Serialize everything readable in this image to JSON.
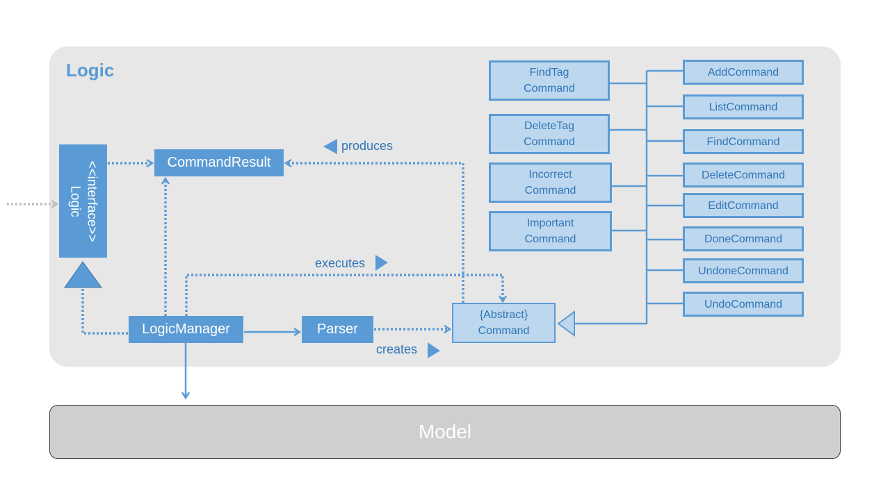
{
  "panel": {
    "title": "Logic"
  },
  "model": {
    "label": "Model"
  },
  "interface_box": {
    "line1": "<<interface>>",
    "line2": "Logic"
  },
  "nodes": {
    "command_result": "CommandResult",
    "logic_manager": "LogicManager",
    "parser": "Parser",
    "abstract_command": "{Abstract}\nCommand"
  },
  "left_commands": [
    "FindTag\nCommand",
    "DeleteTag\nCommand",
    "Incorrect\nCommand",
    "Important\nCommand"
  ],
  "right_commands": [
    "AddCommand",
    "ListCommand",
    "FindCommand",
    "DeleteCommand",
    "EditCommand",
    "DoneCommand",
    "UndoneCommand",
    "UndoCommand"
  ],
  "relations": {
    "produces": "produces",
    "executes": "executes",
    "creates": "creates"
  },
  "colors": {
    "accent": "#5b9bd5",
    "light_fill": "#bdd7ee",
    "text_blue": "#2e75b6",
    "panel_bg": "#e7e7e7",
    "model_bg": "#d0cece"
  }
}
